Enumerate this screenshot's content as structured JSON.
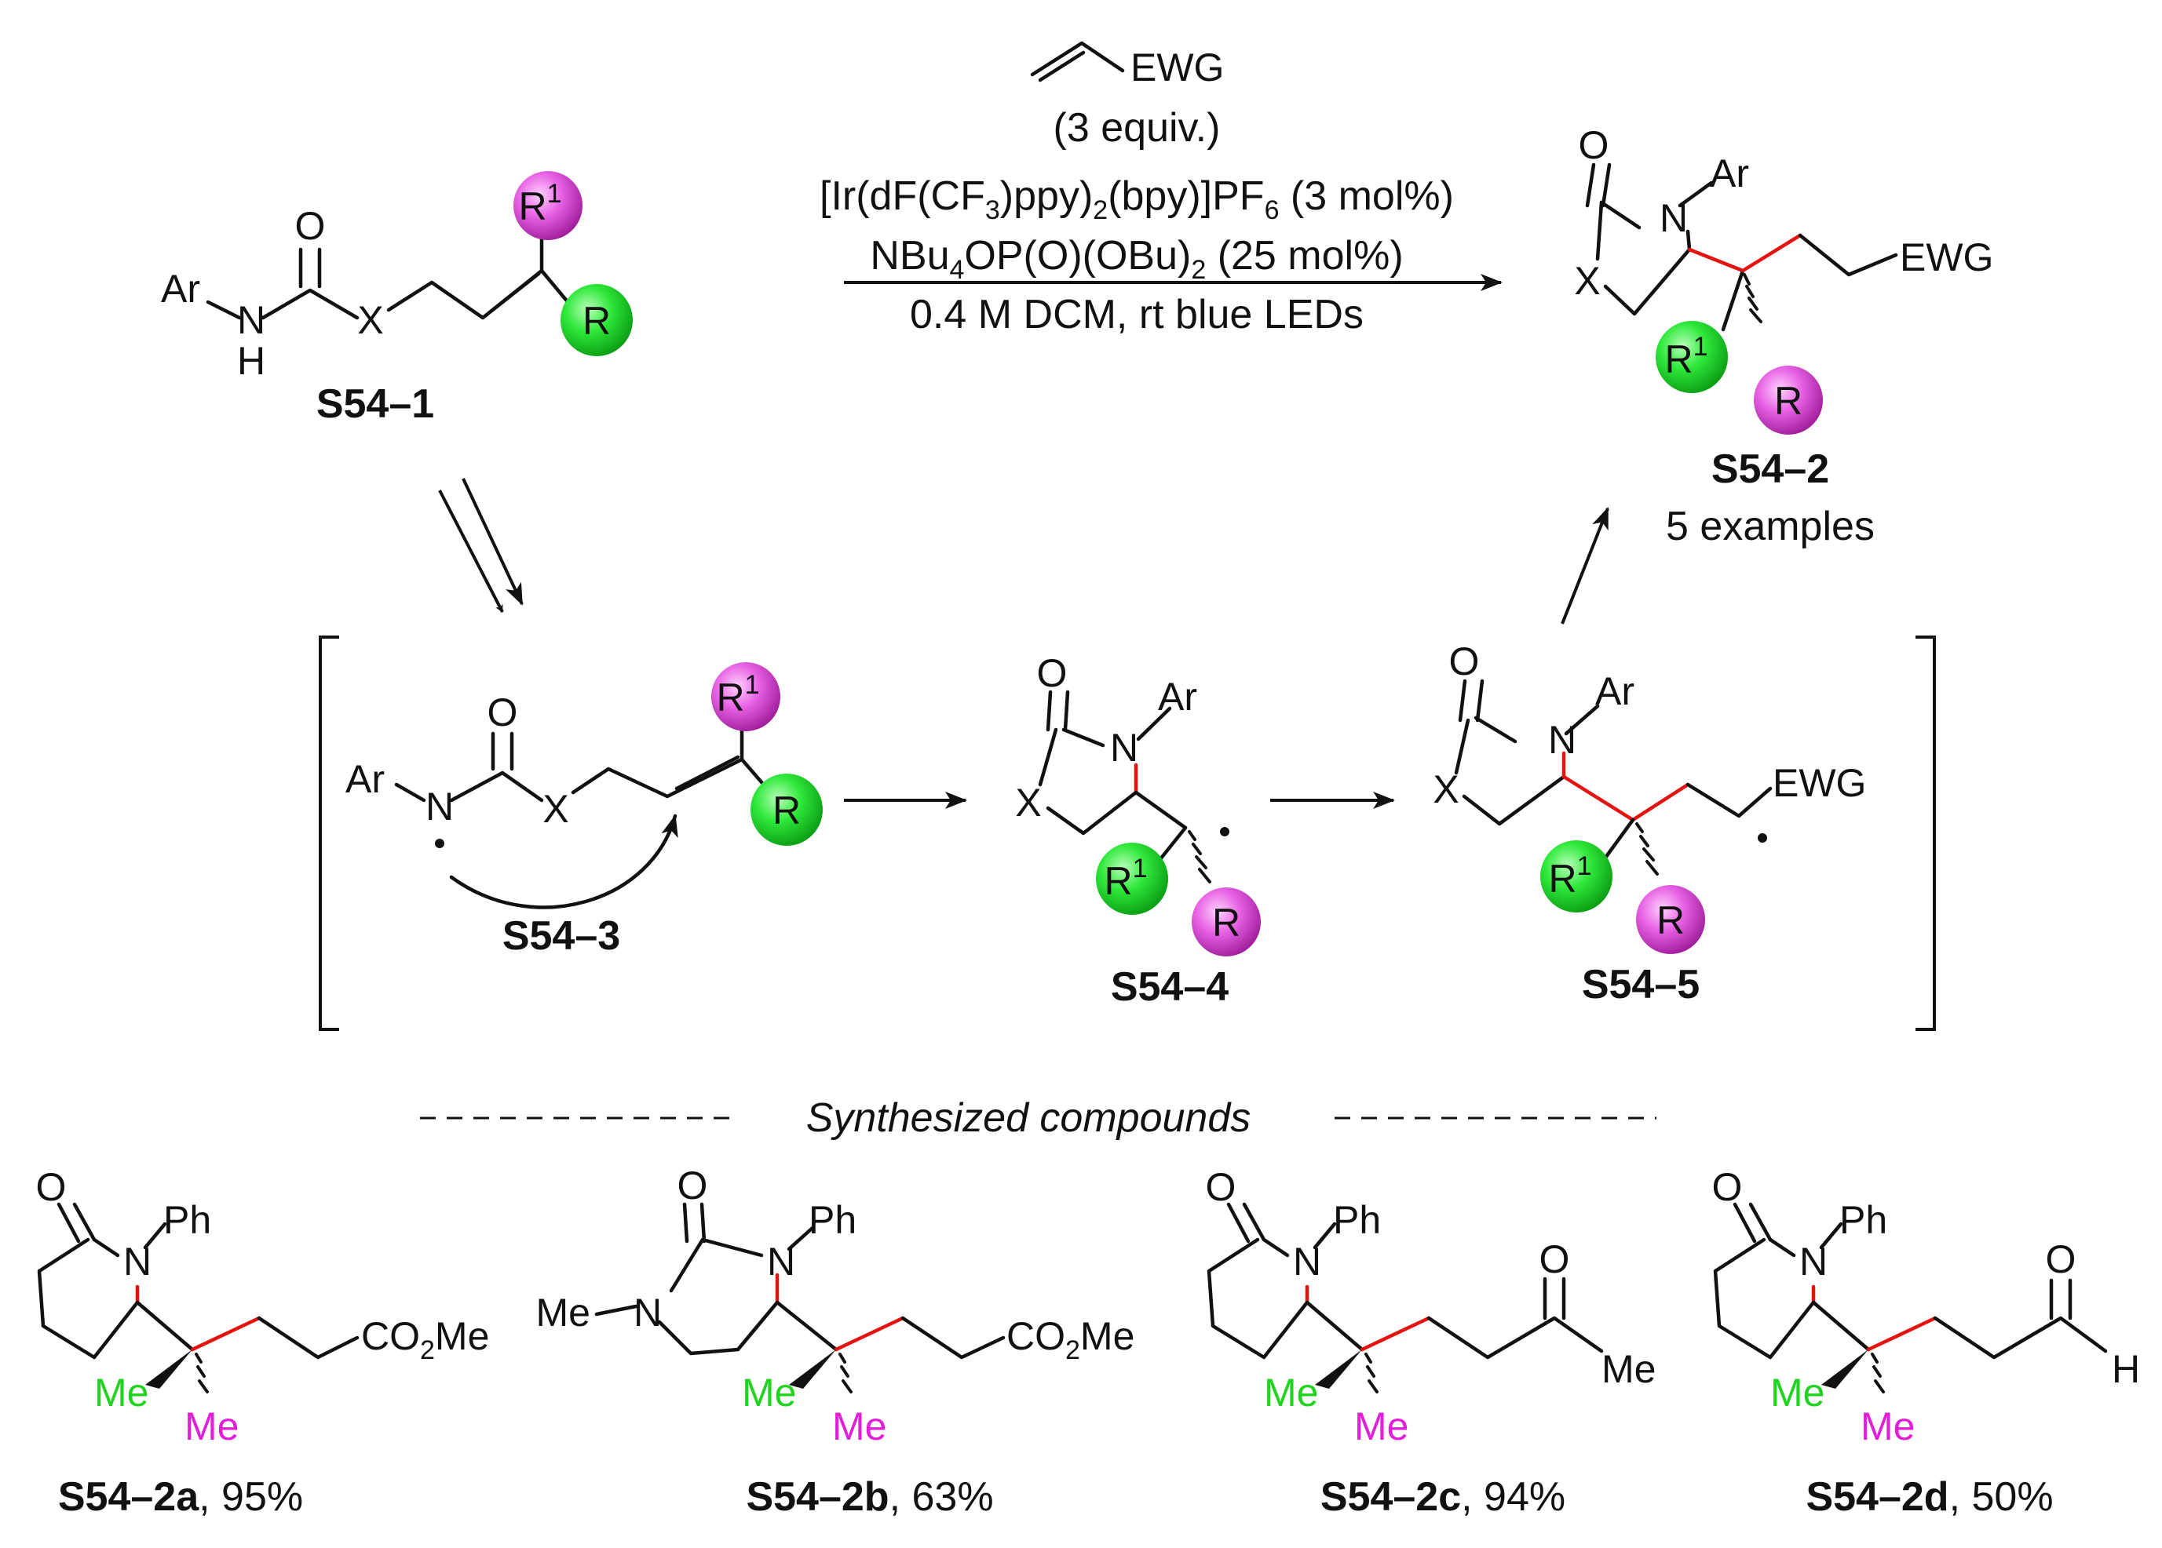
{
  "colors": {
    "green_ball": "#1ee62d",
    "magenta_ball": "#e84de5",
    "green_text": "#1fd31f",
    "magenta_text": "#e21fd8",
    "new_bond": "#e3130f"
  },
  "reagents": {
    "alkene_ewg": "EWG",
    "equiv": "(3 equiv.)",
    "catalyst_main": "[Ir(dF(CF",
    "catalyst_sub3": "3",
    "catalyst_mid": ")ppy)",
    "catalyst_sub2": "2",
    "catalyst_bpy": "(bpy)]PF",
    "catalyst_sub6": "6",
    "catalyst_load": " (3 mol%)",
    "base_a": "NBu",
    "base_sub4": "4",
    "base_b": "OP(O)(OBu)",
    "base_sub2": "2",
    "base_load": " (25 mol%)",
    "conditions": "0.4 M DCM, rt blue LEDs"
  },
  "atoms": {
    "O": "O",
    "N": "N",
    "H": "H",
    "X": "X",
    "Ar": "Ar",
    "R": "R",
    "R1": "R",
    "sup1": "1",
    "EWG": "EWG",
    "Ph": "Ph",
    "Me": "Me",
    "CO2_a": "CO",
    "CO2_sub": "2",
    "CO2_b": "Me"
  },
  "labels": {
    "s54_1": "S54–1",
    "s54_2": "S54–2",
    "examples": "5 examples",
    "s54_3": "S54–3",
    "s54_4": "S54–4",
    "s54_5": "S54–5",
    "synthesized": "Synthesized compounds",
    "products": [
      {
        "id": "S54–2a",
        "yield": ", 95%"
      },
      {
        "id": "S54–2b",
        "yield": ", 63%"
      },
      {
        "id": "S54–2c",
        "yield": ", 94%"
      },
      {
        "id": "S54–2d",
        "yield": ", 50%"
      }
    ]
  }
}
